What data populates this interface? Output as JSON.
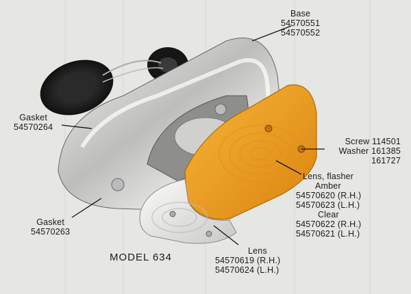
{
  "model_caption": "MODEL 634",
  "callouts": {
    "base": {
      "title": "Base",
      "parts": [
        "54570551",
        "54570552"
      ]
    },
    "gasket_top": {
      "title": "Gasket",
      "part": "54570264"
    },
    "screw": {
      "line1": "Screw 114501",
      "line2": "Washer 161385",
      "line3": "161727"
    },
    "lens_flasher": {
      "title": "Lens, flasher",
      "amber_heading": "Amber",
      "amber_rh": "54570620 (R.H.)",
      "amber_lh": "54570623 (L.H.)",
      "clear_heading": "Clear",
      "clear_rh": "54570622 (R.H.)",
      "clear_lh": "54570621 (L.H.)"
    },
    "gasket_bottom": {
      "title": "Gasket",
      "part": "54570263"
    },
    "lens": {
      "title": "Lens",
      "rh": "54570619 (R.H.)",
      "lh": "54570624 (L.H.)"
    }
  },
  "colors": {
    "paper": "#e6e6e2",
    "chrome_light": "#d8d8d6",
    "chrome_dark": "#6a6a68",
    "amber": "#f0a020",
    "gasket_black": "#1b1b1b"
  },
  "icons": [
    "lamp-illustration"
  ]
}
